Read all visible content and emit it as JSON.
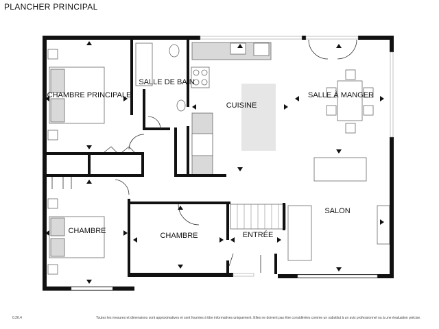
{
  "header": {
    "title": "PLANCHER PRINCIPAL"
  },
  "footer": {
    "version": "0.26.4",
    "disclaimer": "Toutes les mesures et dimensions sont approximatives et sont fournies à titre informatives uniquement. Elles ne doivent pas être considérées comme un substitut à un avis professionnel ou à une évaluation précise."
  },
  "rooms": {
    "chambre_principale": "CHAMBRE PRINCIPALE",
    "salle_de_bain": "SALLE DE BAIN",
    "cuisine": "CUISINE",
    "salle_a_manger": "SALLE À MANGER",
    "salon": "SALON",
    "chambre_1": "CHAMBRE",
    "chambre_2": "CHAMBRE",
    "entree": "ENTRÉE"
  }
}
